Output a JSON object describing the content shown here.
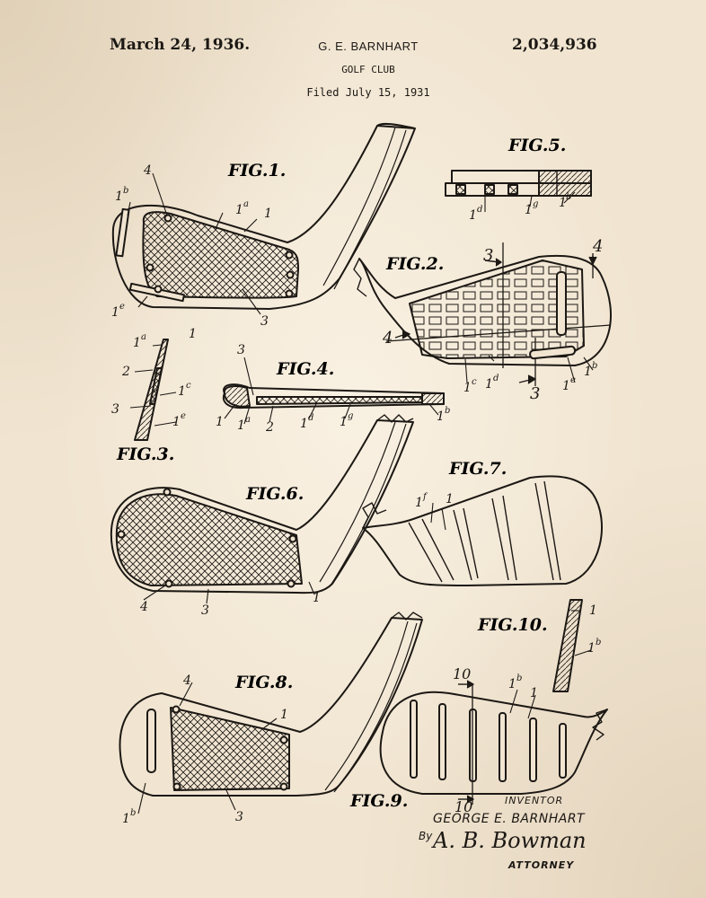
{
  "header": {
    "date": "March 24, 1936.",
    "inventor": "G. E. BARNHART",
    "patent_number": "2,034,936",
    "title": "GOLF CLUB",
    "filed": "Filed July 15, 1931"
  },
  "figures": {
    "fig1": "FIG.1.",
    "fig2": "FIG.2.",
    "fig3": "FIG.3.",
    "fig4": "FIG.4.",
    "fig5": "FIG.5.",
    "fig6": "FIG.6.",
    "fig7": "FIG.7.",
    "fig8": "FIG.8.",
    "fig9": "FIG.9.",
    "fig10": "FIG.10."
  },
  "signature": {
    "inventor_caption": "INVENTOR",
    "inventor_name": "GEORGE E. BARNHART",
    "by": "By",
    "attorney_name": "A. B. Bowman",
    "attorney_caption": "ATTORNEY"
  },
  "colors": {
    "paper": "#f1e5d1",
    "ink": "#1c1814"
  }
}
